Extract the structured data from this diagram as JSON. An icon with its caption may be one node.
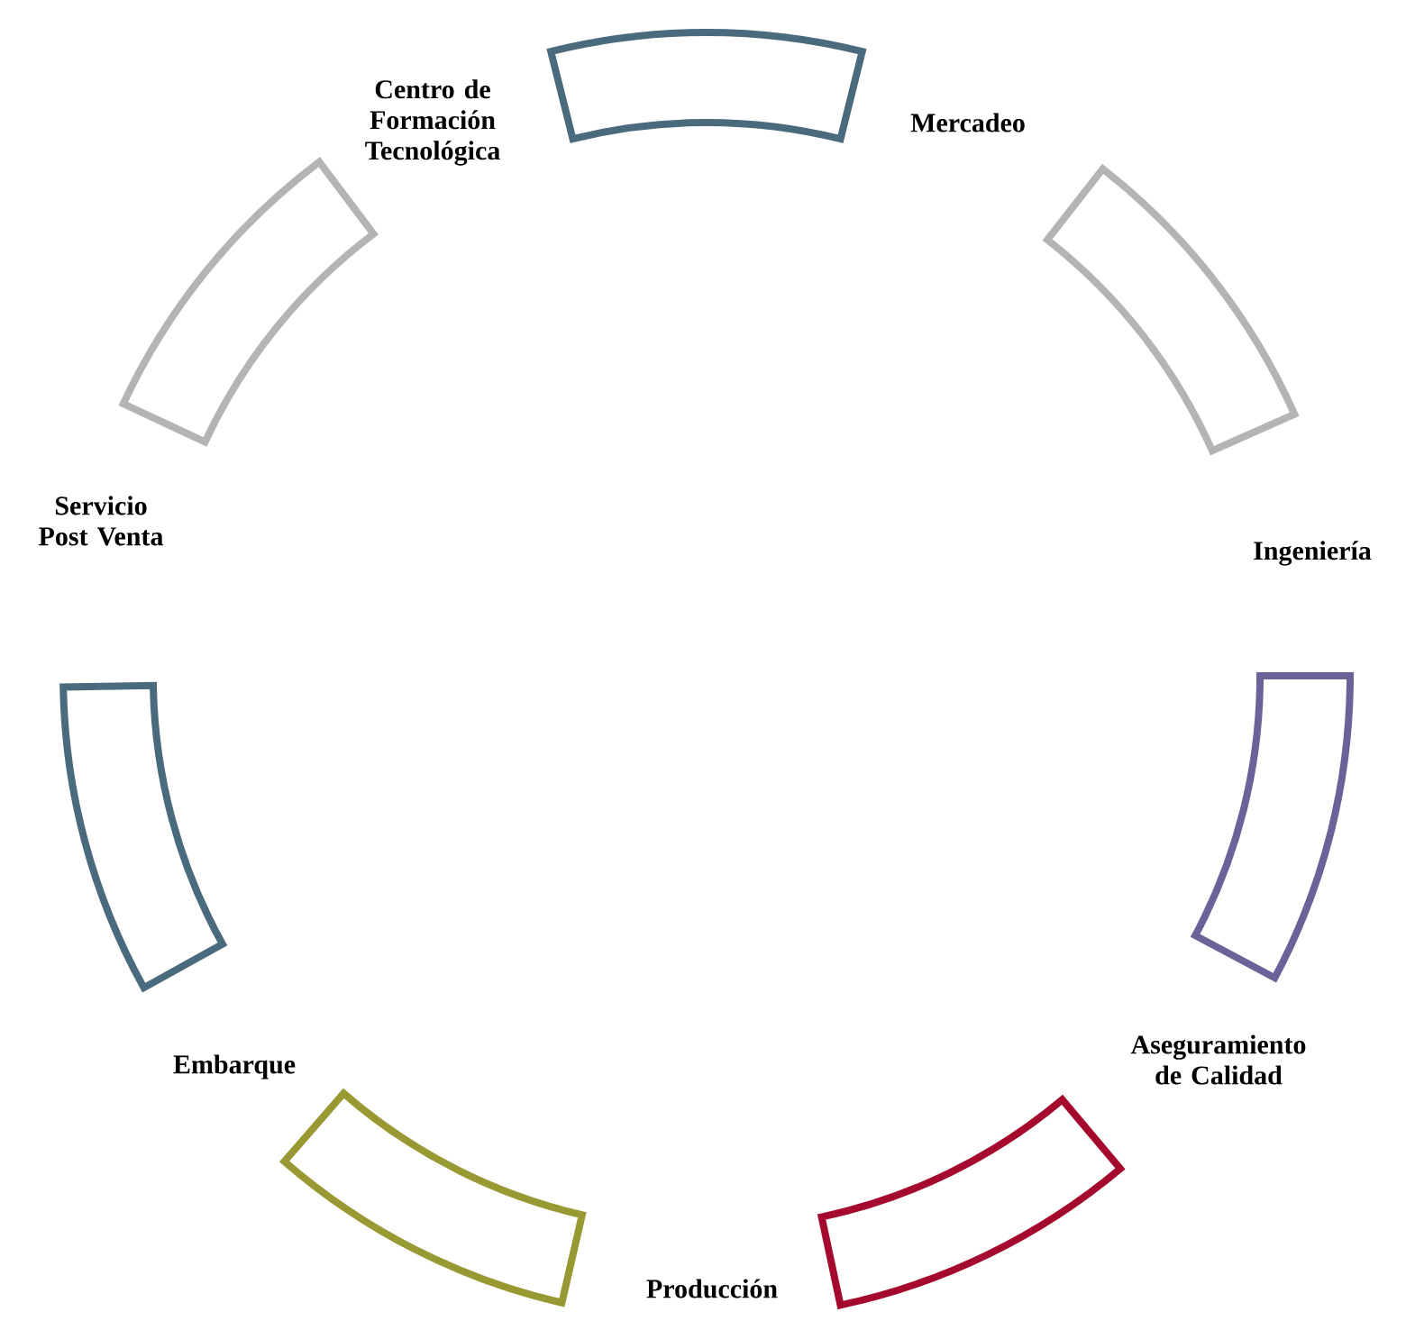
{
  "diagram": {
    "nodes": [
      {
        "text": [
          "Centro de Formación Tecnológica"
        ]
      },
      {
        "text": [
          "Mercadeo"
        ]
      },
      {
        "text": [
          "Ingeniería"
        ]
      },
      {
        "text": [
          "Aseguramiento de Calidad"
        ]
      },
      {
        "text": [
          "Producción"
        ]
      },
      {
        "text": [
          "Embarque"
        ]
      },
      {
        "text": [
          "Servicio Post Venta"
        ]
      },
      {
        "text": [],
        "shape": "band"
      },
      {
        "text": [],
        "shape": "band"
      },
      {
        "text": [],
        "shape": "band"
      },
      {
        "text": [],
        "shape": "band"
      },
      {
        "text": [],
        "shape": "band"
      },
      {
        "text": [],
        "shape": "band"
      },
      {
        "text": [],
        "shape": "band"
      }
    ]
  }
}
